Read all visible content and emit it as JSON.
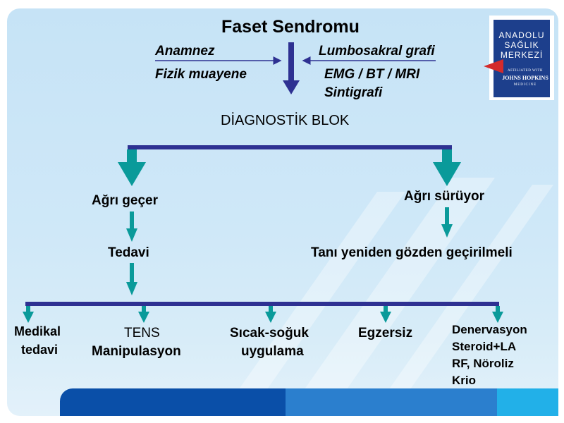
{
  "title": "Faset Sendromu",
  "inputs": {
    "left": [
      "Anamnez",
      "Fizik muayene"
    ],
    "right": [
      "Lumbosakral grafi",
      "EMG / BT / MRI",
      "Sintigrafi"
    ]
  },
  "diagnostic": "DİAGNOSTİK BLOK",
  "branches": {
    "left": {
      "label": "Ağrı geçer",
      "next": "Tedavi"
    },
    "right": {
      "label": "Ağrı sürüyor",
      "next": "Tanı yeniden gözden geçirilmeli"
    }
  },
  "treatments": [
    [
      "Medikal",
      "tedavi"
    ],
    [
      "TENS",
      "Manipulasyon"
    ],
    [
      "Sıcak-soğuk",
      "uygulama"
    ],
    [
      "Egzersiz"
    ],
    [
      "Denervasyon",
      "Steroid+LA",
      "RF, Nöroliz",
      "Krio"
    ]
  ],
  "logo": {
    "lines": [
      "ANADOLU",
      "SAĞLIK",
      "MERKEZİ"
    ],
    "affiliation": [
      "AFFILIATED WITH",
      "JOHNS HOPKINS",
      "MEDICINE"
    ]
  },
  "colors": {
    "line": "#2e3192",
    "arrow_teal": "#0a9a9a",
    "arrow_blue": "#2e3192"
  }
}
